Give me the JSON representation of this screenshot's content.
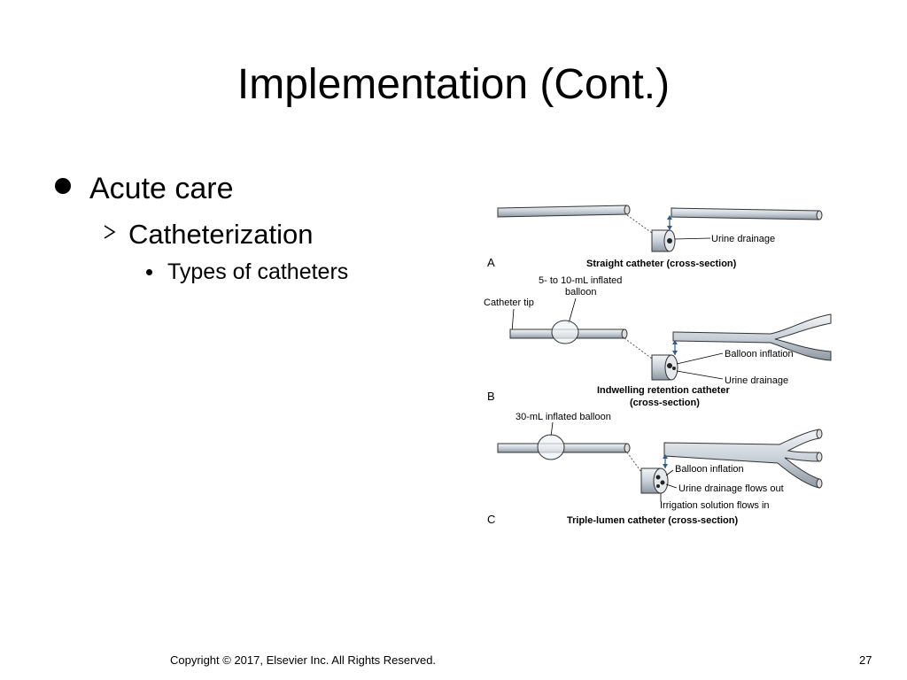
{
  "slide": {
    "title": "Implementation (Cont.)",
    "bullets": {
      "level1": "Acute care",
      "level2": "Catheterization",
      "level3": "Types of catheters"
    },
    "footer": {
      "copyright": "Copyright © 2017, Elsevier Inc. All Rights Reserved.",
      "page_number": "27"
    }
  },
  "figure": {
    "panel_a": {
      "letter": "A",
      "caption": "Straight catheter (cross-section)",
      "label_urine": "Urine drainage"
    },
    "panel_b": {
      "letter": "B",
      "caption_line1": "Indwelling retention catheter",
      "caption_line2": "(cross-section)",
      "label_balloon_line1": "5- to 10-mL inflated",
      "label_balloon_line2": "balloon",
      "label_tip": "Catheter tip",
      "label_inflation": "Balloon inflation",
      "label_urine": "Urine drainage"
    },
    "panel_c": {
      "letter": "C",
      "caption": "Triple-lumen catheter (cross-section)",
      "label_balloon": "30-mL inflated balloon",
      "label_inflation": "Balloon inflation",
      "label_urine": "Urine drainage flows out",
      "label_irrigation": "Irrigation solution flows in"
    }
  }
}
